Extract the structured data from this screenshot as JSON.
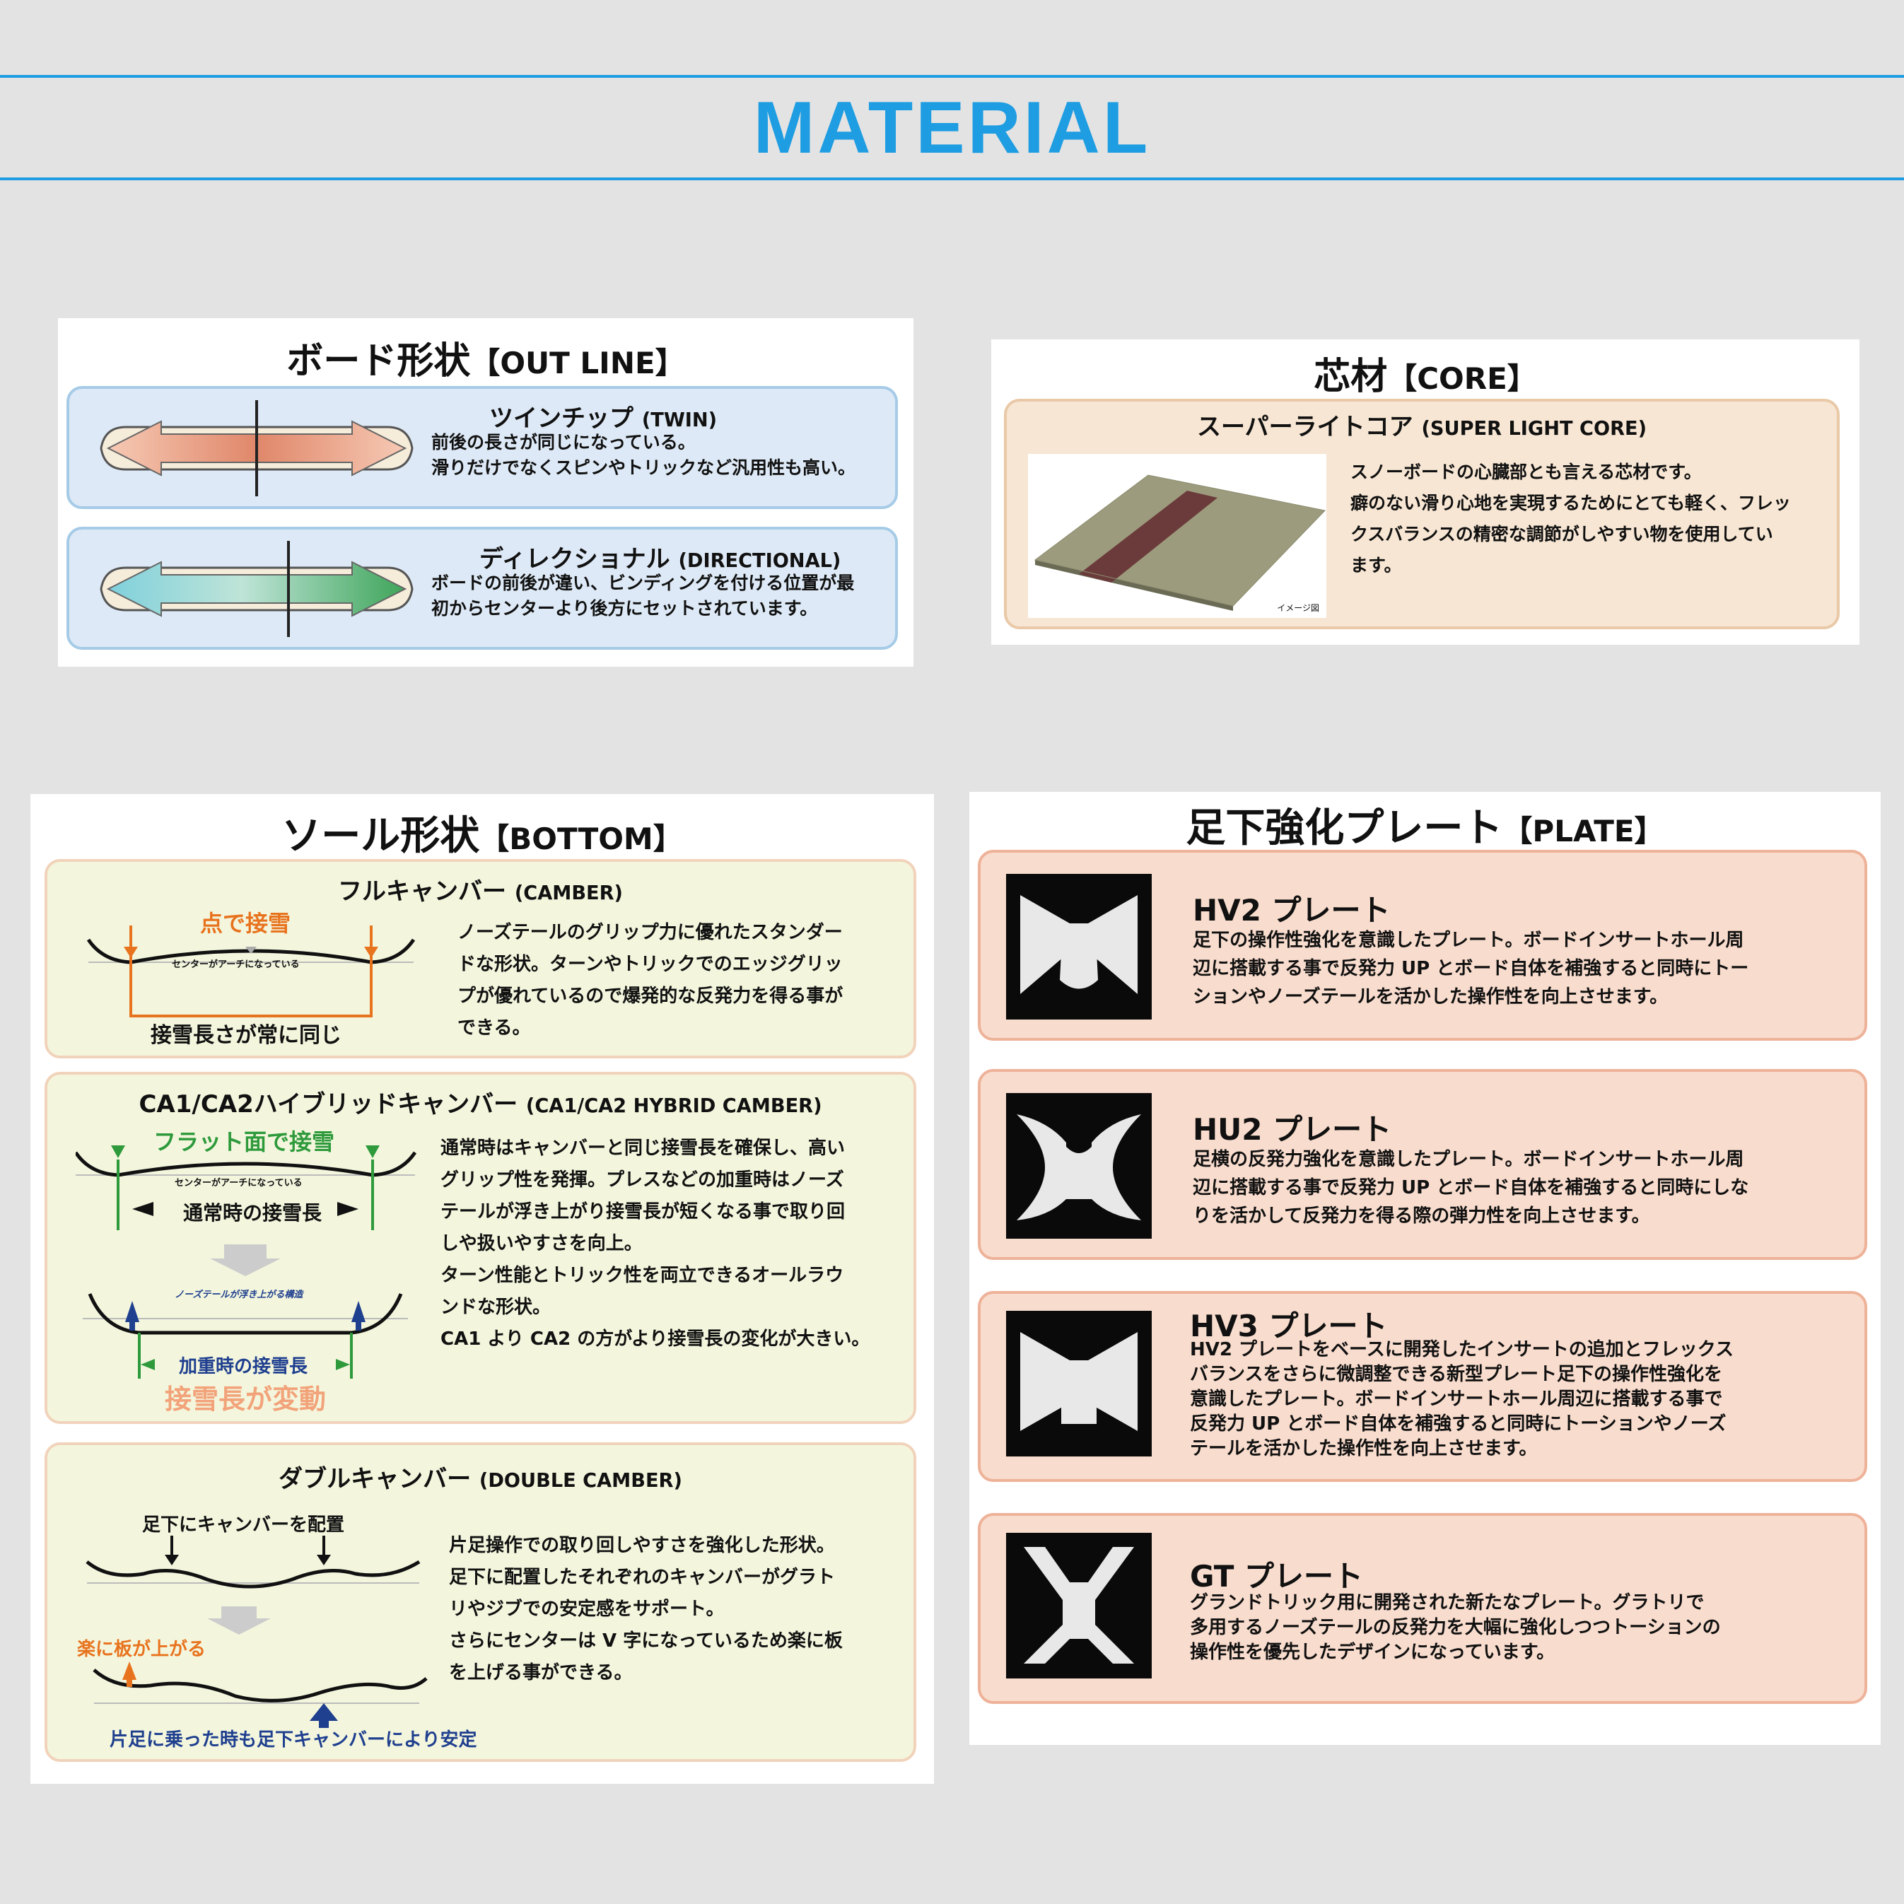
{
  "page_title": "MATERIAL",
  "outline": {
    "title": "ボード形状",
    "title_en": "【OUT LINE】",
    "twin": {
      "heading": "ツインチップ",
      "heading_en": "(TWIN)",
      "lines": [
        "前後の長さが同じになっている。",
        "滑りだけでなくスピンやトリックなど汎用性も高い。"
      ]
    },
    "directional": {
      "heading": "ディレクショナル",
      "heading_en": "(DIRECTIONAL)",
      "lines": [
        "ボードの前後が違い、ビンディングを付ける位置が最",
        "初からセンターより後方にセットされています。"
      ]
    }
  },
  "core": {
    "title": "芯材",
    "title_en": "【CORE】",
    "heading": "スーパーライトコア",
    "heading_en": "(SUPER LIGHT CORE)",
    "lines": [
      "スノーボードの心臓部とも言える芯材です。",
      "癖のない滑り心地を実現するためにとても軽く、フレッ",
      "クスバランスの精密な調節がしやすい物を使用してい",
      "ます。"
    ],
    "image_caption": "イメージ図"
  },
  "bottom": {
    "title": "ソール形状",
    "title_en": "【BOTTOM】",
    "camber": {
      "heading": "フルキャンバー",
      "heading_en": "(CAMBER)",
      "label_point": "点で接雪",
      "label_center": "センターがアーチになっている",
      "label_length": "接雪長さが常に同じ",
      "lines": [
        "ノーズテールのグリップ力に優れたスタンダー",
        "ドな形状。ターンやトリックでのエッジグリッ",
        "プが優れているので爆発的な反発力を得る事が",
        "できる。"
      ]
    },
    "hybrid": {
      "heading": "CA1/CA2ハイブリッドキャンバー",
      "heading_en": "(CA1/CA2 HYBRID CAMBER)",
      "label_flat": "フラット面で接雪",
      "label_center": "センターがアーチになっている",
      "label_normal": "通常時の接雪長",
      "label_lift": "ノーズテールが浮き上がる構造",
      "label_pressure": "加重時の接雪長",
      "label_change": "接雪長が変動",
      "lines": [
        "通常時はキャンバーと同じ接雪長を確保し、高い",
        "グリップ性を発揮。プレスなどの加重時はノーズ",
        "テールが浮き上がり接雪長が短くなる事で取り回",
        "しや扱いやすさを向上。",
        "ターン性能とトリック性を両立できるオールラウ",
        "ンドな形状。",
        "CA1 より CA2 の方がより接雪長の変化が大きい。"
      ]
    },
    "double": {
      "heading": "ダブルキャンバー",
      "heading_en": "(DOUBLE CAMBER)",
      "label_under": "足下にキャンバーを配置",
      "label_easy": "楽に板が上がる",
      "label_stable": "片足に乗った時も足下キャンバーにより安定",
      "lines": [
        "片足操作での取り回しやすさを強化した形状。",
        "足下に配置したそれぞれのキャンバーがグラト",
        "リやジブでの安定感をサポート。",
        "さらにセンターは V 字になっているため楽に板",
        "を上げる事ができる。"
      ]
    }
  },
  "plate": {
    "title": "足下強化プレート",
    "title_en": "【PLATE】",
    "items": [
      {
        "name": "HV2 プレート",
        "lines": [
          "足下の操作性強化を意識したプレート。ボードインサートホール周",
          "辺に搭載する事で反発力 UP とボード自体を補強すると同時にトー",
          "ションやノーズテールを活かした操作性を向上させます。"
        ]
      },
      {
        "name": "HU2 プレート",
        "lines": [
          "足横の反発力強化を意識したプレート。ボードインサートホール周",
          "辺に搭載する事で反発力 UP とボード自体を補強すると同時にしな",
          "りを活かして反発力を得る際の弾力性を向上させます。"
        ]
      },
      {
        "name": "HV3 プレート",
        "lines": [
          "HV2 プレートをベースに開発したインサートの追加とフレックス",
          "バランスをさらに微調整できる新型プレート足下の操作性強化を",
          "意識したプレート。ボードインサートホール周辺に搭載する事で",
          "反発力 UP とボード自体を補強すると同時にトーションやノーズ",
          "テールを活かした操作性を向上させます。"
        ]
      },
      {
        "name": "GT プレート",
        "lines": [
          "グランドトリック用に開発された新たなプレート。グラトリで",
          "多用するノーズテールの反発力を大幅に強化しつつトーションの",
          "操作性を優先したデザインになっています。"
        ]
      }
    ]
  },
  "colors": {
    "accent": "#1e9de2",
    "twin_arrow": "#e4927a",
    "directional_arrow_left": "#8fd3dd",
    "directional_arrow_right": "#3fa55a",
    "camber_marker": "#e8731e",
    "hybrid_marker": "#2e9a3c",
    "lift_arrow": "#1f3f8f"
  }
}
